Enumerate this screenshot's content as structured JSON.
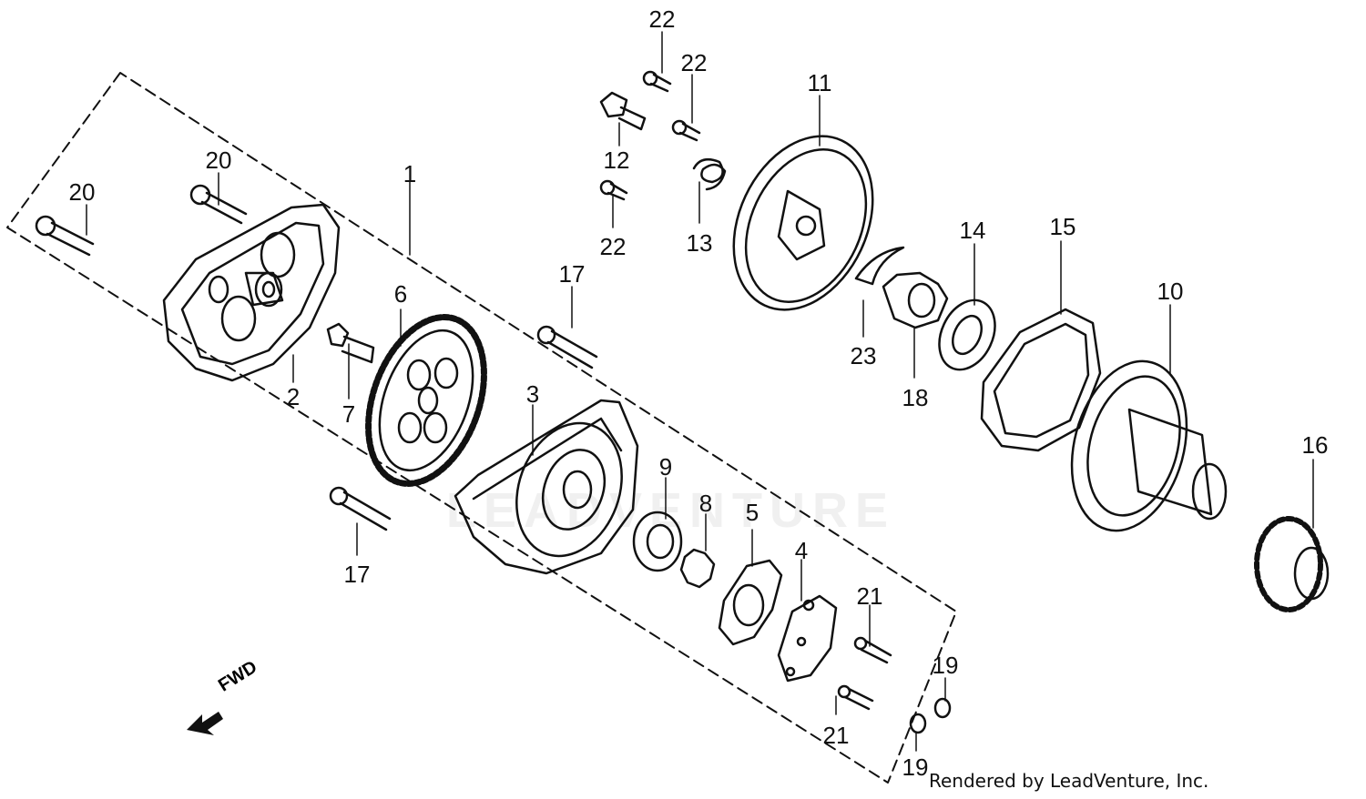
{
  "watermark": "LEADVENTURE",
  "credit": "Rendered by LeadVenture, Inc.",
  "fwd_label": "FWD",
  "labels": {
    "l1": "1",
    "l2": "2",
    "l3": "3",
    "l4": "4",
    "l5": "5",
    "l6": "6",
    "l7": "7",
    "l8": "8",
    "l9": "9",
    "l10": "10",
    "l11": "11",
    "l12": "12",
    "l13": "13",
    "l14": "14",
    "l15": "15",
    "l16": "16",
    "l17a": "17",
    "l17b": "17",
    "l18": "18",
    "l19a": "19",
    "l19b": "19",
    "l20a": "20",
    "l20b": "20",
    "l21a": "21",
    "l21b": "21",
    "l22a": "22",
    "l22b": "22",
    "l22c": "22",
    "l23": "23"
  }
}
